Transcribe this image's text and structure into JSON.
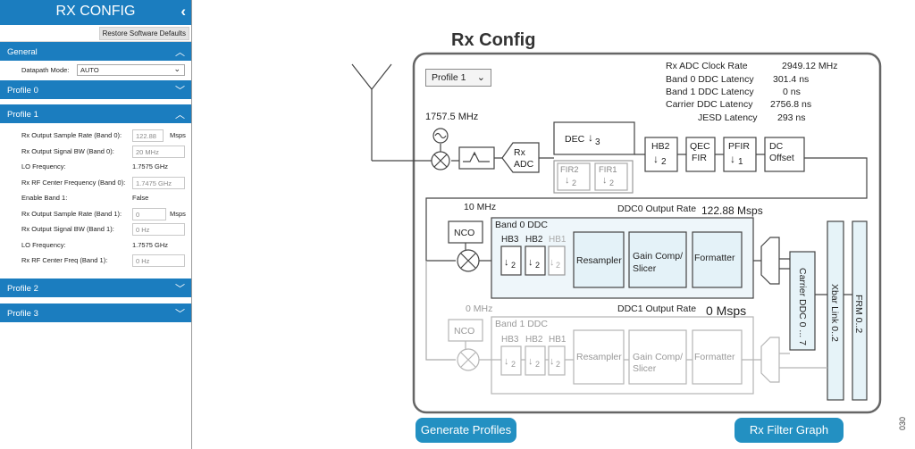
{
  "panel": {
    "title": "RX CONFIG",
    "back_glyph": "‹",
    "restore_label": "Restore Software Defaults",
    "sections": {
      "general": {
        "label": "General",
        "chevron": "︿"
      },
      "profile0": {
        "label": "Profile 0",
        "chevron": "﹀"
      },
      "profile1": {
        "label": "Profile 1",
        "chevron": "︿"
      },
      "profile2": {
        "label": "Profile 2",
        "chevron": "﹀"
      },
      "profile3": {
        "label": "Profile 3",
        "chevron": "﹀"
      }
    },
    "datapath": {
      "label": "Datapath Mode:",
      "value": "AUTO"
    },
    "rows": [
      {
        "label": "Rx Output Sample Rate (Band 0):",
        "value": "122.88",
        "unit": "Msps"
      },
      {
        "label": "Rx Output Signal BW (Band 0):",
        "value": "20 MHz"
      },
      {
        "label": "LO Frequency:",
        "value": "1.7575 GHz"
      },
      {
        "label": "Rx RF Center Frequency (Band 0):",
        "value": "1.7475 GHz"
      },
      {
        "label": "Enable Band 1:",
        "value": "False"
      },
      {
        "label": "Rx Output Sample Rate (Band 1):",
        "value": "0",
        "unit": "Msps"
      },
      {
        "label": "Rx Output Signal BW (Band 1):",
        "value": "0 Hz"
      },
      {
        "label": "LO Frequency:",
        "value": "1.7575 GHz"
      },
      {
        "label": "Rx RF Center Freq (Band 1):",
        "value": "0 Hz"
      }
    ]
  },
  "diagram": {
    "title": "Rx Config",
    "profile_select": "Profile 1",
    "lo_freq": "1757.5 MHz",
    "latency": {
      "clock_label": "Rx ADC Clock Rate",
      "clock_value": "2949.12 MHz",
      "band0_label": "Band 0 DDC Latency",
      "band0_value": "301.4 ns",
      "band1_label": "Band 1 DDC Latency",
      "band1_value": "0 ns",
      "carrier_label": "Carrier DDC Latency",
      "carrier_value": "2756.8 ns",
      "jesd_label": "JESD Latency",
      "jesd_value": "293 ns"
    },
    "blocks": {
      "rx_adc_1": "Rx",
      "rx_adc_2": "ADC",
      "dec": "DEC",
      "dec_factor": "3",
      "fir2": "FIR2",
      "fir1": "FIR1",
      "two": "2",
      "hb2": "HB2",
      "qec1": "QEC",
      "qec2": "FIR",
      "pfir": "PFIR",
      "one": "1",
      "dcoff1": "DC",
      "dcoff2": "Offset"
    },
    "band0": {
      "nco_freq": "10 MHz",
      "nco": "NCO",
      "title": "Band 0 DDC",
      "output_label": "DDC0 Output Rate",
      "output_value": "122.88 Msps",
      "hb3": "HB3",
      "hb2": "HB2",
      "hb1": "HB1"
    },
    "band1": {
      "nco_freq": "0 MHz",
      "nco": "NCO",
      "title": "Band 1 DDC",
      "output_label": "DDC1 Output Rate",
      "output_value": "0 Msps",
      "hb3": "HB3",
      "hb2": "HB2",
      "hb1": "HB1"
    },
    "resampler": "Resampler",
    "gaincomp1": "Gain Comp/",
    "gaincomp2": "Slicer",
    "formatter": "Formatter",
    "carrier_ddc": "Carrier DDC 0 ... 7",
    "xbar": "Xbar Link 0..2",
    "frm": "FRM 0..2",
    "generate_btn": "Generate Profiles",
    "filter_btn": "Rx Filter Graph",
    "figure_id": "030"
  },
  "colors": {
    "panel_blue": "#1b7dbf",
    "button_blue": "#2390c2",
    "block_fill": "#e6f3f8",
    "band_fill": "#edf6fa"
  }
}
